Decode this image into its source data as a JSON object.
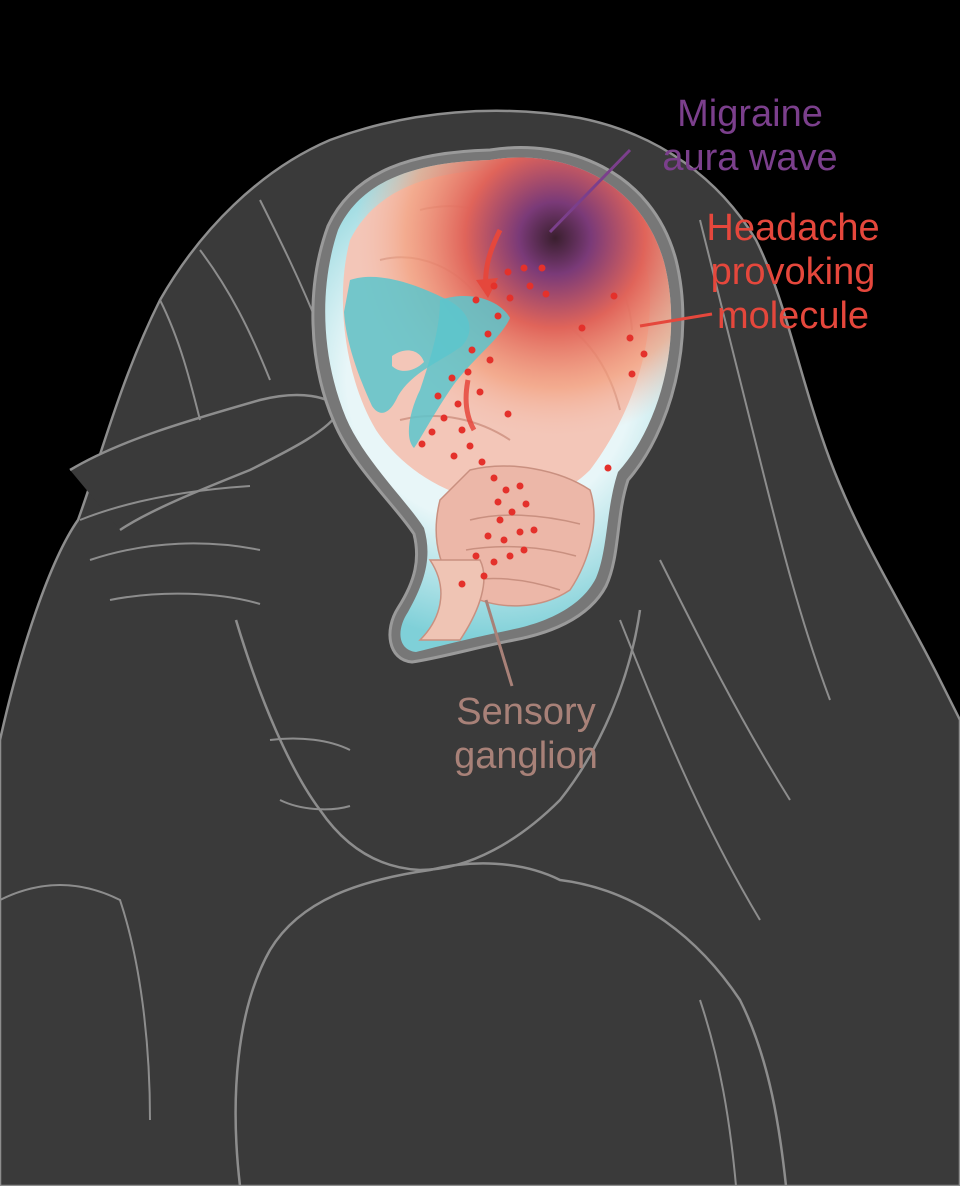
{
  "labels": {
    "aura_wave": {
      "lines": [
        "Migraine",
        "aura wave"
      ],
      "color": "#7b3f8c"
    },
    "headache_molecule": {
      "lines": [
        "Headache",
        "provoking",
        "molecule"
      ],
      "color": "#e5473c"
    },
    "sensory_ganglion": {
      "lines": [
        "Sensory",
        "ganglion"
      ],
      "color": "#a88178"
    }
  },
  "colors": {
    "background": "#000000",
    "figure_fill": "#3c3c3c",
    "figure_outline": "#8a8a8a",
    "brain_pink": "#f2c2b4",
    "ventricle_cyan": "#5cc6cc",
    "molecule_dot": "#e4312b"
  }
}
